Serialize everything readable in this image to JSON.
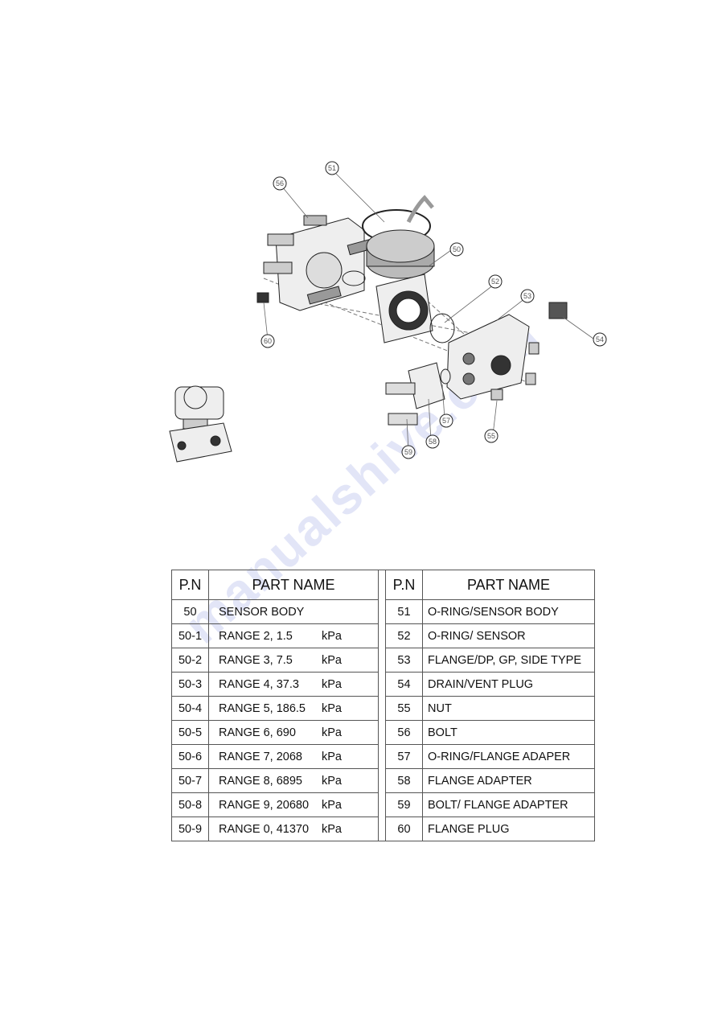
{
  "diagram": {
    "callouts": [
      "51",
      "56",
      "50",
      "52",
      "53",
      "54",
      "60",
      "57",
      "58",
      "59",
      "55"
    ]
  },
  "table_left": {
    "headers": [
      "P.N",
      "PART NAME"
    ],
    "rows": [
      {
        "pn": "50",
        "name": "SENSOR BODY",
        "unit": ""
      },
      {
        "pn": "50-1",
        "name": "RANGE 2, 1.5",
        "unit": "kPa"
      },
      {
        "pn": "50-2",
        "name": "RANGE 3, 7.5",
        "unit": "kPa"
      },
      {
        "pn": "50-3",
        "name": "RANGE 4, 37.3",
        "unit": "kPa"
      },
      {
        "pn": "50-4",
        "name": "RANGE 5, 186.5",
        "unit": "kPa"
      },
      {
        "pn": "50-5",
        "name": "RANGE 6, 690",
        "unit": "kPa"
      },
      {
        "pn": "50-6",
        "name": "RANGE 7, 2068",
        "unit": "kPa"
      },
      {
        "pn": "50-7",
        "name": "RANGE 8, 6895",
        "unit": "kPa"
      },
      {
        "pn": "50-8",
        "name": "RANGE 9, 20680",
        "unit": "kPa"
      },
      {
        "pn": "50-9",
        "name": "RANGE 0, 41370",
        "unit": "kPa"
      }
    ]
  },
  "table_right": {
    "headers": [
      "P.N",
      "PART NAME"
    ],
    "rows": [
      {
        "pn": "51",
        "name": "O-RING/SENSOR BODY"
      },
      {
        "pn": "52",
        "name": "O-RING/ SENSOR"
      },
      {
        "pn": "53",
        "name": "FLANGE/DP, GP, SIDE TYPE"
      },
      {
        "pn": "54",
        "name": "DRAIN/VENT PLUG"
      },
      {
        "pn": "55",
        "name": "NUT"
      },
      {
        "pn": "56",
        "name": "BOLT"
      },
      {
        "pn": "57",
        "name": "O-RING/FLANGE ADAPER"
      },
      {
        "pn": "58",
        "name": "FLANGE ADAPTER"
      },
      {
        "pn": "59",
        "name": "BOLT/ FLANGE ADAPTER"
      },
      {
        "pn": "60",
        "name": "FLANGE PLUG"
      }
    ]
  },
  "watermark": "manualshive.com"
}
